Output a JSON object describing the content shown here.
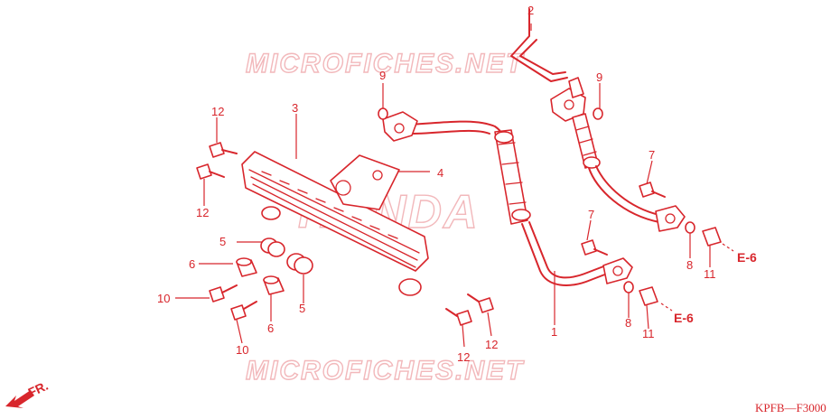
{
  "watermarks": {
    "top": "MICROFICHES.NET",
    "center": "HONDA",
    "bottom": "MICROFICHES.NET"
  },
  "callouts": {
    "c1": "1",
    "c2": "2",
    "c3": "3",
    "c4": "4",
    "c5a": "5",
    "c5b": "5",
    "c6a": "6",
    "c6b": "6",
    "c7a": "7",
    "c7b": "7",
    "c8a": "8",
    "c8b": "8",
    "c9a": "9",
    "c9b": "9",
    "c10a": "10",
    "c10b": "10",
    "c11a": "11",
    "c11b": "11",
    "c12a": "12",
    "c12b": "12",
    "c12c": "12",
    "c12d": "12"
  },
  "references": {
    "e6_top": "E-6",
    "e6_bottom": "E-6"
  },
  "front_marker": "FR.",
  "diagram_code": "KPFB—F3000",
  "colors": {
    "line": "#d8262c",
    "watermark": "#f2b8bb",
    "background": "#ffffff"
  }
}
